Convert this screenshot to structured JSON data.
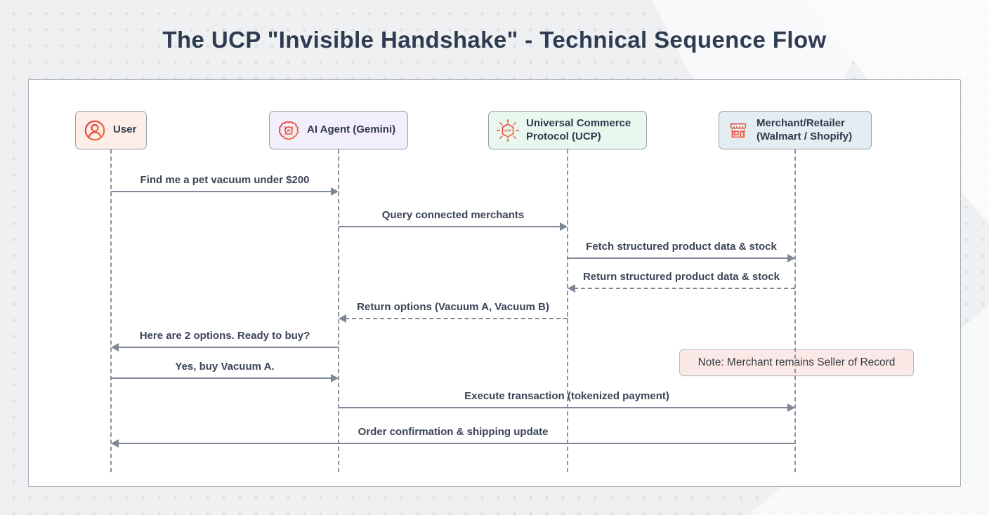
{
  "title": "The UCP \"Invisible Handshake\" - Technical Sequence Flow",
  "diagram": {
    "actors": [
      {
        "id": "user",
        "label": "User",
        "icon": "user-icon",
        "fill": "#fdeee9"
      },
      {
        "id": "agent",
        "label": "AI Agent (Gemini)",
        "icon": "brain-icon",
        "fill": "#f3eefb"
      },
      {
        "id": "ucp",
        "label": "Universal Commerce Protocol (UCP)",
        "icon": "chip-icon",
        "fill": "#e9f8ee"
      },
      {
        "id": "merchant",
        "label": "Merchant/Retailer (Walmart / Shopify)",
        "icon": "storefront-icon",
        "fill": "#e4edf2"
      }
    ],
    "messages": [
      {
        "from": "user",
        "to": "agent",
        "label": "Find me a pet vacuum under $200",
        "style": "solid"
      },
      {
        "from": "agent",
        "to": "ucp",
        "label": "Query connected merchants",
        "style": "solid"
      },
      {
        "from": "ucp",
        "to": "merchant",
        "label": "Fetch structured product data & stock",
        "style": "solid"
      },
      {
        "from": "merchant",
        "to": "ucp",
        "label": "Return structured product data & stock",
        "style": "dashed"
      },
      {
        "from": "ucp",
        "to": "agent",
        "label": "Return options (Vacuum A, Vacuum B)",
        "style": "dashed"
      },
      {
        "from": "agent",
        "to": "user",
        "label": "Here are 2 options. Ready to buy?",
        "style": "solid"
      },
      {
        "from": "user",
        "to": "agent",
        "label": "Yes, buy Vacuum A.",
        "style": "solid"
      },
      {
        "from": "agent",
        "to": "merchant",
        "label": "Execute transaction (tokenized payment)",
        "style": "solid"
      },
      {
        "from": "merchant",
        "to": "user",
        "label": "Order confirmation & shipping update",
        "style": "solid"
      }
    ],
    "note": {
      "label": "Note: Merchant remains Seller of Record",
      "over": "merchant",
      "fill": "#fbe9e7"
    },
    "colors": {
      "arrow": "#7e8795",
      "lifeline": "#8a929d",
      "message_text": "#3b4556",
      "title_text": "#2e3b50",
      "icon_gradient_start": "#e23a44",
      "icon_gradient_end": "#f2793c"
    }
  }
}
